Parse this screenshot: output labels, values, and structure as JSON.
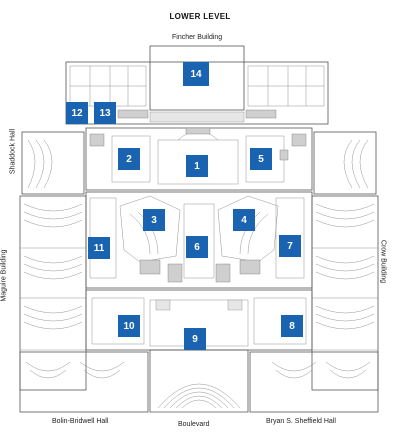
{
  "map": {
    "title": "LOWER LEVEL",
    "buildings": {
      "north": "Fincher Building",
      "west_upper": "Shaddock Hall",
      "west_lower": "Maguire Building",
      "east": "Crow Building",
      "south_left": "Bolin-Bridwell Hall",
      "south_center": "Boulevard",
      "south_right": "Bryan S. Sheffield Hall"
    },
    "rooms": [
      {
        "id": "r14",
        "label": "14"
      },
      {
        "id": "r12",
        "label": "12"
      },
      {
        "id": "r13",
        "label": "13"
      },
      {
        "id": "r2",
        "label": "2"
      },
      {
        "id": "r1",
        "label": "1"
      },
      {
        "id": "r5",
        "label": "5"
      },
      {
        "id": "r3",
        "label": "3"
      },
      {
        "id": "r4",
        "label": "4"
      },
      {
        "id": "r11",
        "label": "11"
      },
      {
        "id": "r6",
        "label": "6"
      },
      {
        "id": "r7",
        "label": "7"
      },
      {
        "id": "r10",
        "label": "10"
      },
      {
        "id": "r8",
        "label": "8"
      },
      {
        "id": "r9",
        "label": "9"
      }
    ],
    "colors": {
      "badge": "#1a63b1",
      "badge_text": "#ffffff",
      "walls": "#555555"
    }
  }
}
